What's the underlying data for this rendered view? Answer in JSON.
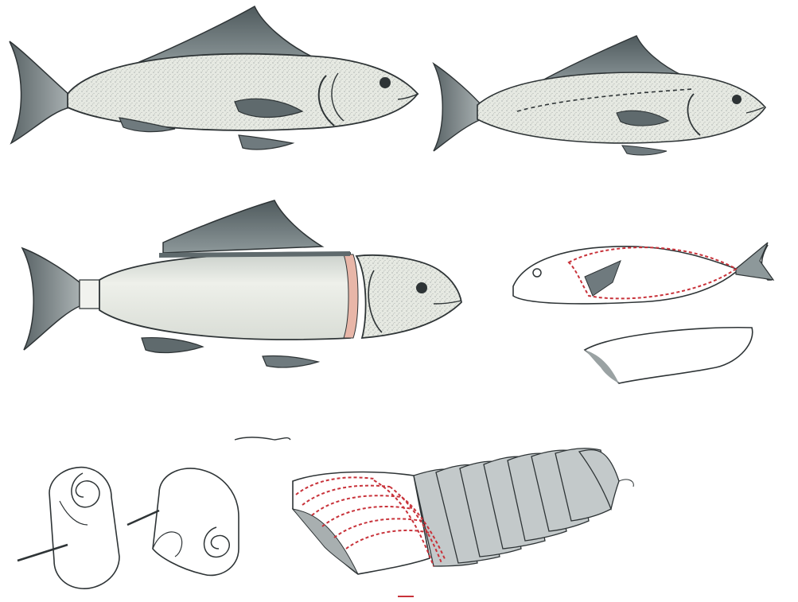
{
  "figure": {
    "panels": [
      {
        "name": "whole-fish",
        "icon": "fish-icon"
      },
      {
        "name": "fish-cut-line",
        "icon": "fish-dashed-cut-icon"
      },
      {
        "name": "fish-skinned",
        "icon": "fish-skin-removed-icon"
      },
      {
        "name": "fish-outline-fillet",
        "icon": "fish-outline-fillet-icon"
      },
      {
        "name": "rolled-fillets",
        "icon": "roll-skewer-icon"
      },
      {
        "name": "sliced-fillet",
        "icon": "sliced-fillet-icon"
      }
    ],
    "colors": {
      "body_fill": "#e9ebe4",
      "fin": "#6f7a7e",
      "fin_dark": "#4c5659",
      "outline": "#2e3436",
      "cut_line": "#c8323a",
      "flesh": "#e8b6a8"
    }
  }
}
